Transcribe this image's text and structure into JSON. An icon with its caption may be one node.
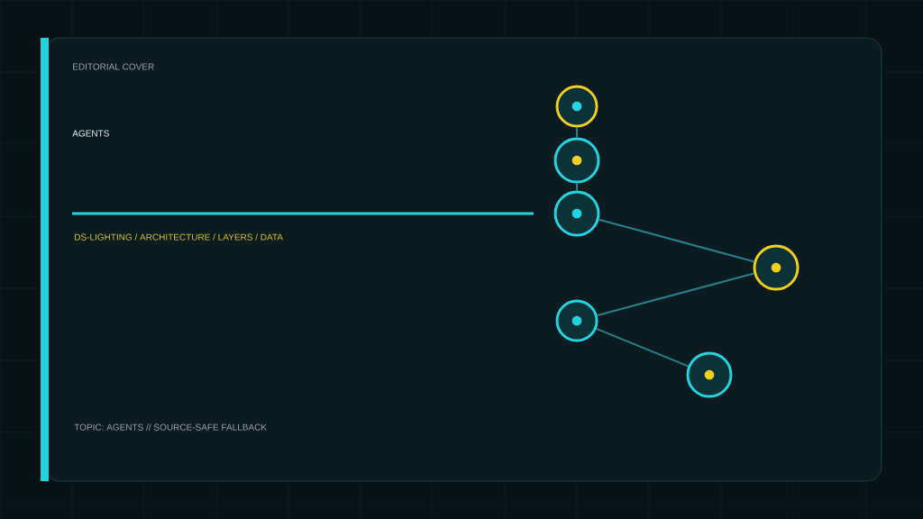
{
  "diagram": {
    "nodes": [
      {
        "text": [],
        "shape": "circle"
      },
      {
        "text": [],
        "shape": "circle"
      },
      {
        "text": [],
        "shape": "circle"
      },
      {
        "text": [],
        "shape": "circle"
      },
      {
        "text": [],
        "shape": "circle"
      },
      {
        "text": [],
        "shape": "circle"
      }
    ],
    "edges": [
      {
        "from": 0,
        "to": 1,
        "arrow": "none"
      },
      {
        "from": 1,
        "to": 2,
        "arrow": "none"
      },
      {
        "from": 2,
        "to": 3,
        "arrow": "none"
      },
      {
        "from": 3,
        "to": 4,
        "arrow": "none"
      },
      {
        "from": 4,
        "to": 5,
        "arrow": "none"
      }
    ],
    "labels": [
      "EDITORIAL COVER",
      "AGENTS",
      "DS-LIGHTING / ARCHITECTURE / LAYERS / DATA",
      "TOPIC: AGENTS // SOURCE-SAFE FALLBACK"
    ]
  }
}
